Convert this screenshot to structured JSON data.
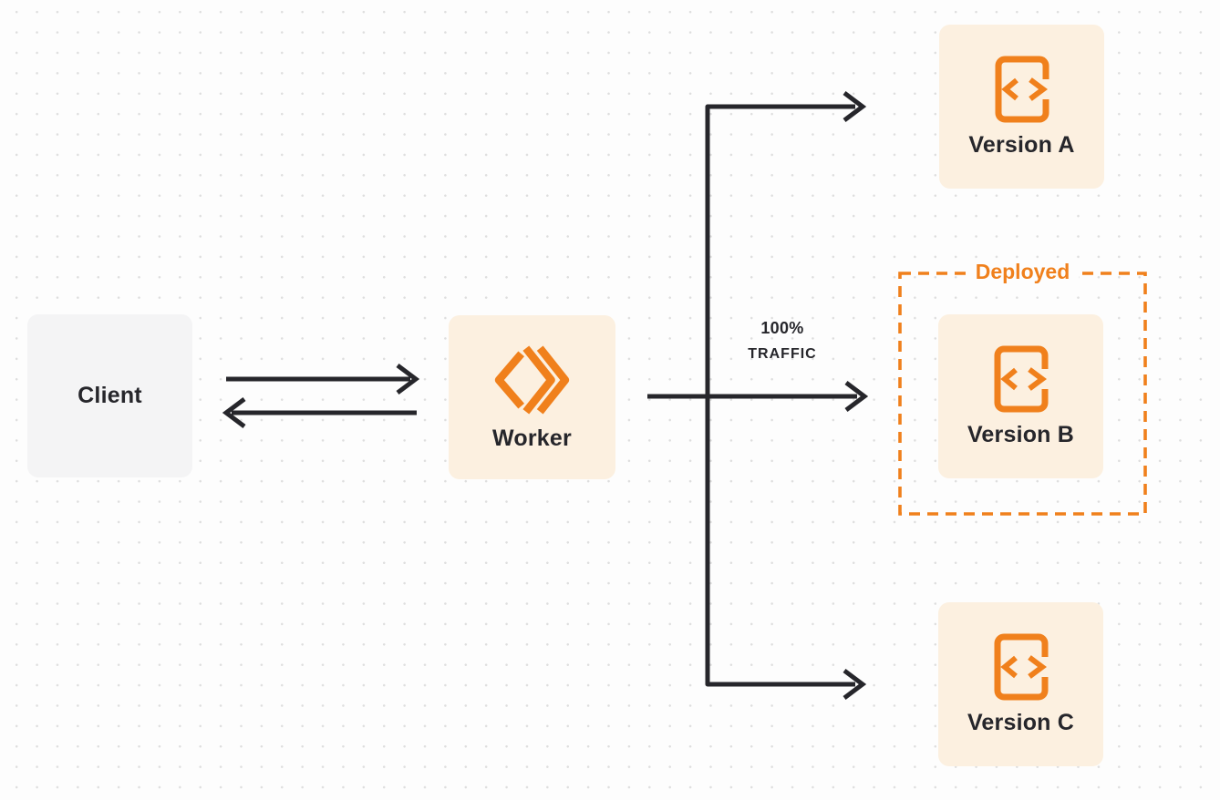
{
  "diagram": {
    "client": {
      "label": "Client"
    },
    "worker": {
      "label": "Worker",
      "icon": "cloudflare-workers-icon"
    },
    "traffic": {
      "line1": "100%",
      "line2": "TRAFFIC"
    },
    "deployed": {
      "label": "Deployed"
    },
    "versions": [
      {
        "label": "Version A",
        "icon": "code-file-icon"
      },
      {
        "label": "Version B",
        "icon": "code-file-icon",
        "inside_deployed_boundary": true
      },
      {
        "label": "Version C",
        "icon": "code-file-icon"
      }
    ]
  },
  "colors": {
    "accent": "#f0801c",
    "node_bg": "#fcf0e0",
    "client_bg": "#f4f4f5",
    "ink": "#26262b",
    "canvas_bg": "#fdfdfd",
    "dot": "#dedede"
  }
}
